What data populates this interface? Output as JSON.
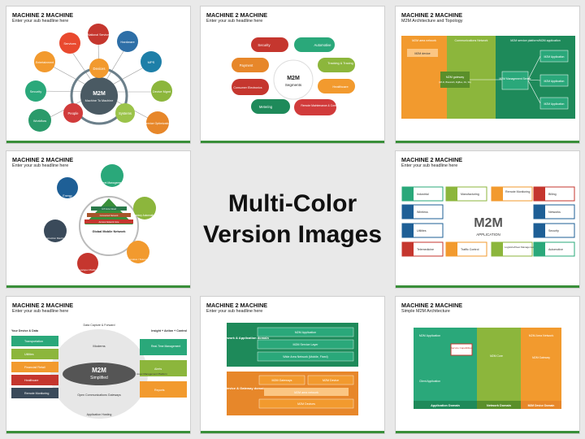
{
  "center": {
    "line1": "Multi-Color",
    "line2": "Version Images"
  },
  "slides": [
    {
      "title": "MACHINE 2 MACHINE",
      "subtitle": "Enter your sub headline here"
    },
    {
      "title": "MACHINE 2 MACHINE",
      "subtitle": "Enter your sub headline here"
    },
    {
      "title": "MACHINE 2 MACHINE",
      "subtitle": "M2M Architecture and Topology"
    },
    {
      "title": "MACHINE 2 MACHINE",
      "subtitle": "Enter your sub headline here"
    },
    {
      "title": "MACHINE 2 MACHINE",
      "subtitle": "Enter your sub headline here"
    },
    {
      "title": "MACHINE 2 MACHINE",
      "subtitle": "Enter your sub headline here"
    },
    {
      "title": "MACHINE 2 MACHINE",
      "subtitle": "Enter your sub headline here"
    },
    {
      "title": "MACHINE 2 MACHINE",
      "subtitle": "Simple M2M Architecture"
    }
  ],
  "s1": {
    "center": "M2M",
    "center_sub": "Machine To Machine",
    "inner": [
      "Devices",
      "Systems",
      "People"
    ],
    "outer": [
      "Services",
      "National Service",
      "Hardware",
      "Entertainment",
      "MPS",
      "Security",
      "Device Mgmt",
      "Workflow",
      "Service Optimization"
    ]
  },
  "s2": {
    "center": "M2M",
    "center_sub": "Segments",
    "items": [
      "Security",
      "Automotive",
      "Payment",
      "Tracking & Tracing",
      "Consumer Electronics",
      "Healthcare",
      "Metering",
      "Remote Maintenance & Control"
    ]
  },
  "s3": {
    "cols": [
      "M2M area network",
      "Communications Network",
      "M2M service platform/M2M application"
    ],
    "device": "M2M device",
    "gateway": "M2M gateway",
    "gateway_sub": "(Wi-Fi, Bluetooth, ZigBee, 2G, 3G)",
    "server": "M2M Management Server",
    "apps": [
      "M2M Application",
      "M2M Application",
      "M2M Application"
    ]
  },
  "s4": {
    "center": "Global Mobile Network",
    "layers": [
      "IoT Core Cloud",
      "Connected Network",
      "Access Network Core"
    ],
    "items": [
      "Energy",
      "Fleet Management",
      "Factory Automation",
      "Automotive / Telematics",
      "Developer Platform",
      "Construction Machinery"
    ]
  },
  "s5": {
    "center": "M2M",
    "center_sub": "APPLICATION",
    "items": [
      "Industrial",
      "Manufacturing",
      "Remote Monitoring",
      "Billing",
      "Wireless",
      "Networks",
      "Utilities",
      "Security",
      "Telemedicine",
      "Traffic Control",
      "Logistics/Fleet Management",
      "Automotive"
    ]
  },
  "s6": {
    "left_head": "Your Device & Data",
    "top_head": "Data Capture & Forward",
    "right_head": "Insight + Action + Control",
    "left": [
      "Transportation",
      "Utilities",
      "Financial/ Retail",
      "Healthcare",
      "Remote Monitoring"
    ],
    "middle": [
      "Modems",
      "M2M",
      "Simplified",
      "Open Communications Gateways"
    ],
    "right": [
      "Real-Time Management",
      "Alerts",
      "Reports"
    ],
    "bottom": "Application Hosting",
    "mgmt": "Asset Management Platform"
  },
  "s7": {
    "top_label": "M2M Network & Application domain",
    "top_rows": [
      "M2M Application",
      "M2M Service Layer",
      "Wide Area Network (Mobile, Fixed)"
    ],
    "bottom_label": "M2M Device & Gateway domain",
    "bottom_rows": [
      "M2M Gateways",
      "M2M Device",
      "M2M area network",
      "M2M Devices"
    ]
  },
  "s8": {
    "left": "M2M Application",
    "left_sub": "Client Application",
    "service": "Service Capabilities",
    "core": "M2M Core",
    "right": "M2M Area Network",
    "right_sub": "M2M Gateway",
    "footers": [
      "Application Domain",
      "Network Domain",
      "M2M Device Domain"
    ]
  }
}
